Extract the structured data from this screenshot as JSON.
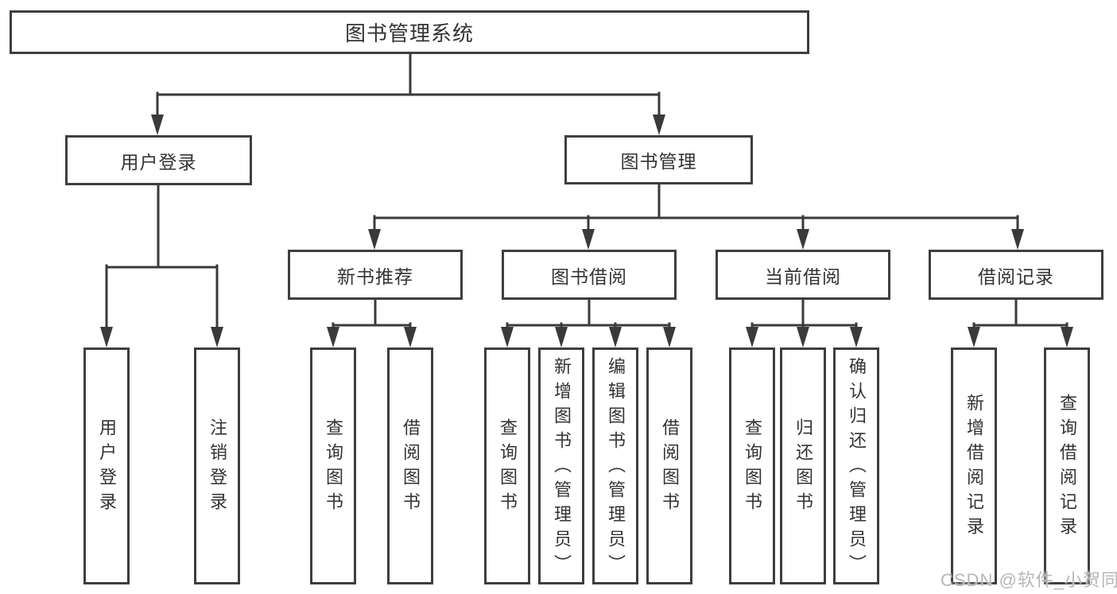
{
  "nodes": {
    "root": "图书管理系统",
    "l2": [
      "用户登录",
      "图书管理"
    ],
    "l3": [
      "新书推荐",
      "图书借阅",
      "当前借阅",
      "借阅记录"
    ],
    "leaves": [
      "用户登录",
      "注销登录",
      "查询图书",
      "借阅图书",
      "查询图书",
      "新增图书（管理员）",
      "编辑图书（管理员）",
      "借阅图书",
      "查询图书",
      "归还图书",
      "确认归还（管理员）",
      "新增借阅记录",
      "查询借阅记录"
    ]
  },
  "watermark": {
    "text": "CSDN @软件_小贺同学"
  },
  "colors": {
    "line": "#3a3a3a",
    "box_border": "#3e3e3e",
    "text": "#333333",
    "watermark": "#b7b7b7",
    "background": "#ffffff"
  }
}
